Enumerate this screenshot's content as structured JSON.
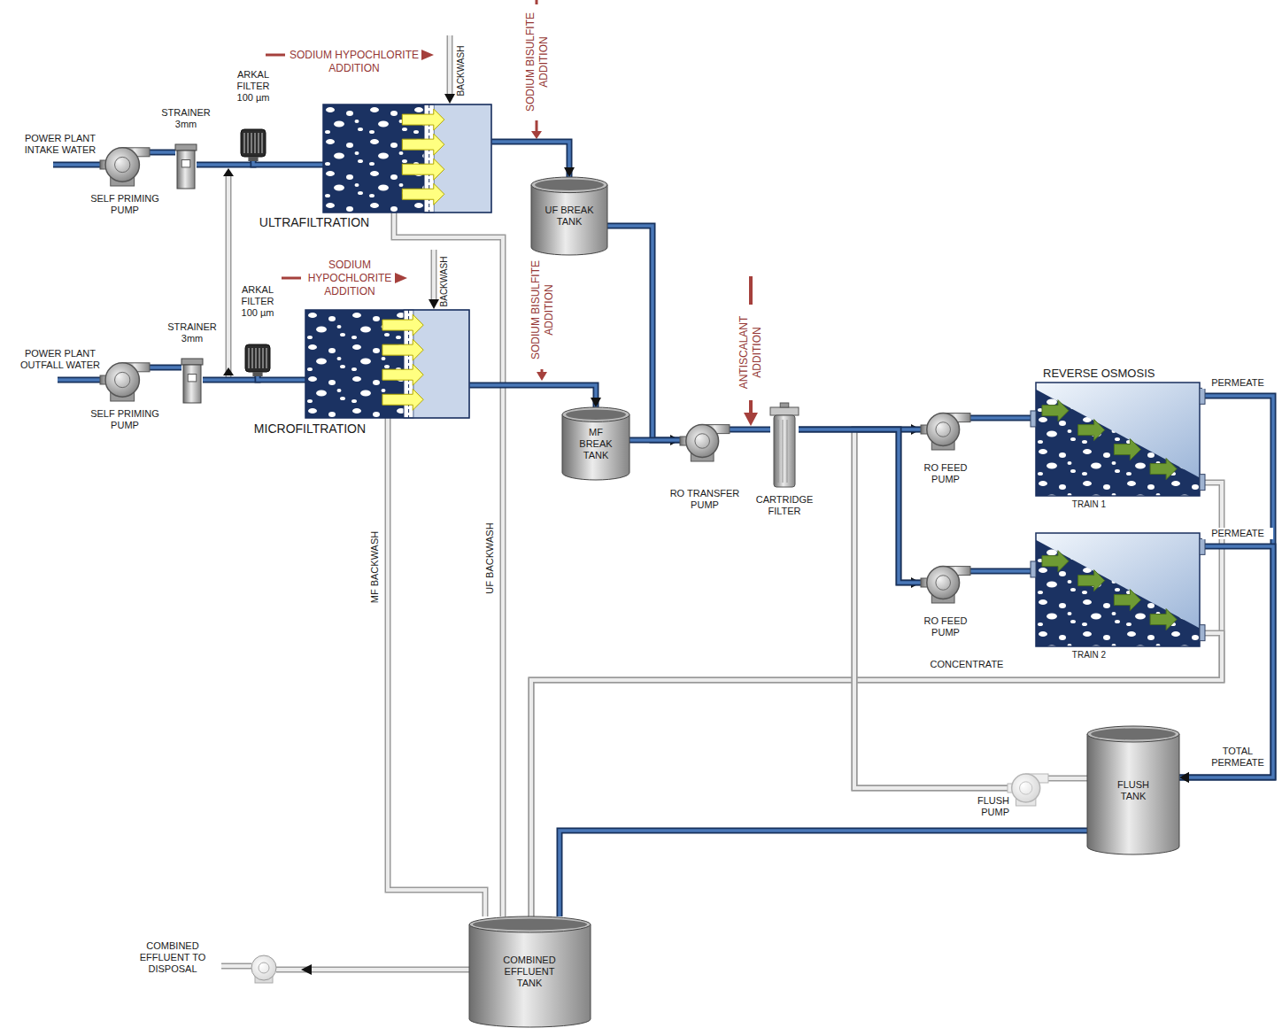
{
  "diagram": {
    "nodes": [
      {
        "text": [
          "SELF PRIMING PUMP"
        ]
      },
      {
        "text": [
          "STRAINER 3mm"
        ]
      },
      {
        "text": [
          "ARKAL FILTER 100 µm"
        ]
      },
      {
        "text": [
          "ULTRAFILTRATION"
        ]
      },
      {
        "text": [
          "UF BREAK TANK"
        ]
      },
      {
        "text": [
          "SELF PRIMING PUMP"
        ]
      },
      {
        "text": [
          "STRAINER 3mm"
        ]
      },
      {
        "text": [
          "ARKAL FILTER 100 µm"
        ]
      },
      {
        "text": [
          "MICROFILTRATION"
        ]
      },
      {
        "text": [
          "MF BREAK TANK"
        ]
      },
      {
        "text": [
          "RO TRANSFER PUMP"
        ]
      },
      {
        "text": [
          "CARTRIDGE FILTER"
        ]
      },
      {
        "text": [
          "RO FEED PUMP"
        ]
      },
      {
        "text": [
          "REVERSE OSMOSIS",
          "TRAIN 1"
        ]
      },
      {
        "text": [
          "RO FEED PUMP"
        ]
      },
      {
        "text": [
          "TRAIN 2"
        ]
      },
      {
        "text": [
          "FLUSH TANK"
        ]
      },
      {
        "text": [
          "FLUSH PUMP"
        ]
      },
      {
        "text": [
          "COMBINED EFFLUENT TANK"
        ]
      }
    ],
    "edges": [
      {
        "from": 0,
        "to": 1,
        "arrow": "none"
      },
      {
        "from": 1,
        "to": 2,
        "arrow": "none"
      },
      {
        "from": 2,
        "to": 3,
        "arrow": "none"
      },
      {
        "from": 3,
        "to": 4,
        "arrow": "to"
      },
      {
        "from": 5,
        "to": 6,
        "arrow": "none"
      },
      {
        "from": 6,
        "to": 7,
        "arrow": "none"
      },
      {
        "from": 7,
        "to": 8,
        "arrow": "none"
      },
      {
        "from": 8,
        "to": 9,
        "arrow": "to"
      },
      {
        "from": 4,
        "to": 10,
        "arrow": "to"
      },
      {
        "from": 9,
        "to": 10,
        "arrow": "none"
      },
      {
        "from": 10,
        "to": 11,
        "arrow": "none"
      },
      {
        "from": 11,
        "to": 12,
        "arrow": "none"
      },
      {
        "from": 11,
        "to": 14,
        "arrow": "none"
      },
      {
        "from": 12,
        "to": 13,
        "arrow": "none"
      },
      {
        "from": 14,
        "to": 15,
        "arrow": "none"
      },
      {
        "from": 13,
        "to": 16,
        "arrow": "to",
        "label": "PERMEATE"
      },
      {
        "from": 15,
        "to": 16,
        "arrow": "to",
        "label": "PERMEATE"
      },
      {
        "from": 13,
        "to": 18,
        "arrow": "none"
      },
      {
        "from": 15,
        "to": 18,
        "arrow": "none",
        "label": "CONCENTRATE"
      },
      {
        "from": 16,
        "to": 17,
        "arrow": "none"
      },
      {
        "from": 17,
        "to": 12,
        "arrow": "to"
      },
      {
        "from": 17,
        "to": 14,
        "arrow": "to"
      },
      {
        "from": 16,
        "to": 18,
        "arrow": "none"
      },
      {
        "from": 3,
        "to": 18,
        "arrow": "none",
        "label": "UF BACKWASH"
      },
      {
        "from": 8,
        "to": 18,
        "arrow": "none",
        "label": "MF BACKWASH"
      }
    ],
    "labels": [
      "POWER PLANT INTAKE WATER",
      "POWER PLANT OUTFALL WATER",
      "SODIUM HYPOCHLORITE ADDITION",
      "BACKWASH",
      "SODIUM BISULFITE ADDITION",
      "SODIUM HYPOCHLORITE ADDITION",
      "BACKWASH",
      "SODIUM BISULFITE ADDITION",
      "ANTISCALANT ADDITION",
      "TOTAL PERMEATE",
      "COMBINED EFFLUENT TO DISPOSAL"
    ]
  }
}
